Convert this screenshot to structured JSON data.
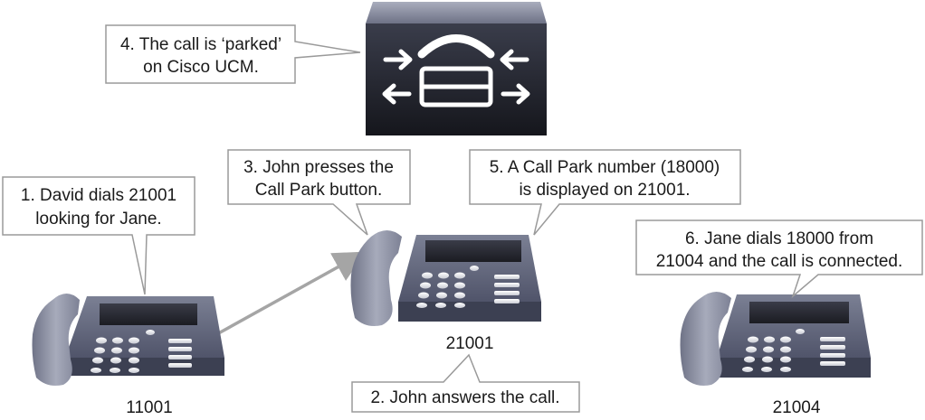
{
  "server": {
    "icon": "call-park-icon",
    "colors": {
      "top": "#8f93a6",
      "front": "#23252f",
      "glyph": "#ffffff"
    }
  },
  "phones": [
    {
      "id": "phone-11001",
      "extension": "11001"
    },
    {
      "id": "phone-21001",
      "extension": "21001"
    },
    {
      "id": "phone-21004",
      "extension": "21004"
    }
  ],
  "callouts": {
    "step1": {
      "lines": [
        "1. David dials 21001",
        "looking for Jane."
      ]
    },
    "step2": {
      "lines": [
        "2. John answers the call."
      ]
    },
    "step3": {
      "lines": [
        "3. John presses the",
        "Call Park button."
      ]
    },
    "step4": {
      "lines": [
        "4. The call is ‘parked’",
        "on Cisco UCM."
      ]
    },
    "step5": {
      "lines": [
        "5. A Call Park number (18000)",
        "is displayed on 21001."
      ]
    },
    "step6": {
      "lines": [
        "6. Jane dials 18000 from",
        "21004 and the call is connected."
      ]
    }
  },
  "colors": {
    "phone_body": "#5d6275",
    "phone_body_light": "#9ea2b3",
    "handset": "#8d91a3",
    "screen": "#262830",
    "arrow": "#a5a5a5",
    "callout_border": "#9a9a9a"
  }
}
